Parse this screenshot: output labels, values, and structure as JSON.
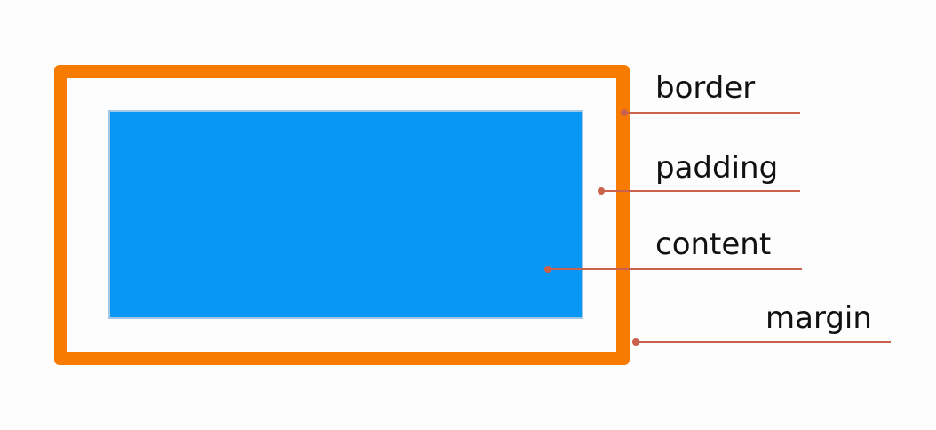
{
  "labels": {
    "border": "border",
    "padding": "padding",
    "content": "content",
    "margin": "margin"
  },
  "colors": {
    "border": "#f77b00",
    "content": "#0897f5",
    "leader": "#c9614c"
  }
}
